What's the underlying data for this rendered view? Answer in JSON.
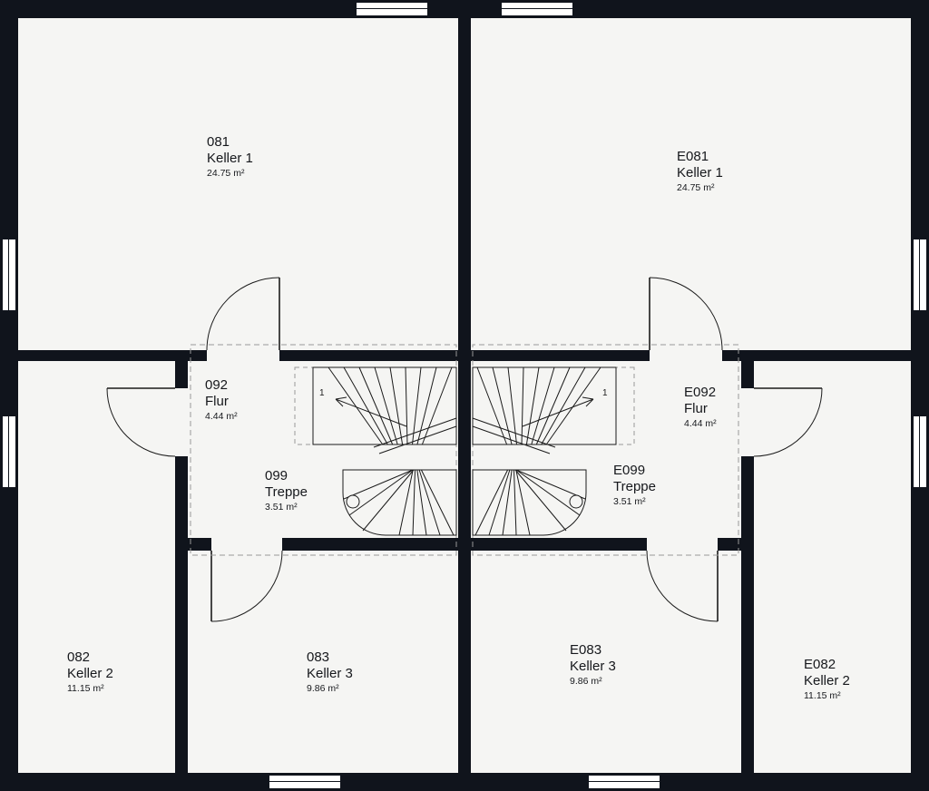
{
  "colors": {
    "wall": "#10141c",
    "room": "#f5f5f3",
    "line": "#16181c",
    "dash": "#999999"
  },
  "rooms": [
    {
      "number": "081",
      "name": "Keller 1",
      "area": "24.75 m²"
    },
    {
      "number": "E081",
      "name": "Keller 1",
      "area": "24.75 m²"
    },
    {
      "number": "092",
      "name": "Flur",
      "area": "4.44 m²"
    },
    {
      "number": "E092",
      "name": "Flur",
      "area": "4.44 m²"
    },
    {
      "number": "099",
      "name": "Treppe",
      "area": "3.51 m²"
    },
    {
      "number": "E099",
      "name": "Treppe",
      "area": "3.51 m²"
    },
    {
      "number": "082",
      "name": "Keller 2",
      "area": "11.15 m²"
    },
    {
      "number": "E082",
      "name": "Keller 2",
      "area": "11.15 m²"
    },
    {
      "number": "083",
      "name": "Keller 3",
      "area": "9.86 m²"
    },
    {
      "number": "E083",
      "name": "Keller 3",
      "area": "9.86 m²"
    }
  ],
  "stairs": {
    "step_label": "1"
  }
}
